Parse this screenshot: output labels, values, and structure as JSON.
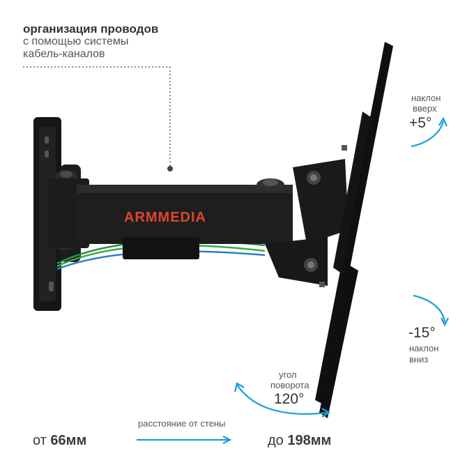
{
  "callout": {
    "line1": "организация проводов",
    "line2": "с помощью системы",
    "line3": "кабель-каналов"
  },
  "brand": {
    "logo_text": "ARMMEDIA",
    "logo_color": "#e0452c"
  },
  "tilt_up": {
    "label1": "наклон",
    "label2": "вверх",
    "value": "+5°"
  },
  "tilt_down": {
    "value": "-15°",
    "label1": "наклон",
    "label2": "вниз"
  },
  "swivel": {
    "label1": "угол",
    "label2": "поворота",
    "value": "120°"
  },
  "distance": {
    "from_prefix": "от",
    "from_value": "66мм",
    "caption": "расстояние от стены",
    "to_prefix": "до",
    "to_value": "198мм"
  },
  "colors": {
    "arrow": "#1a9fd6",
    "metal": "#1b1b1b",
    "cable_green": "#3caa3c",
    "cable_blue": "#2a7fc4"
  }
}
